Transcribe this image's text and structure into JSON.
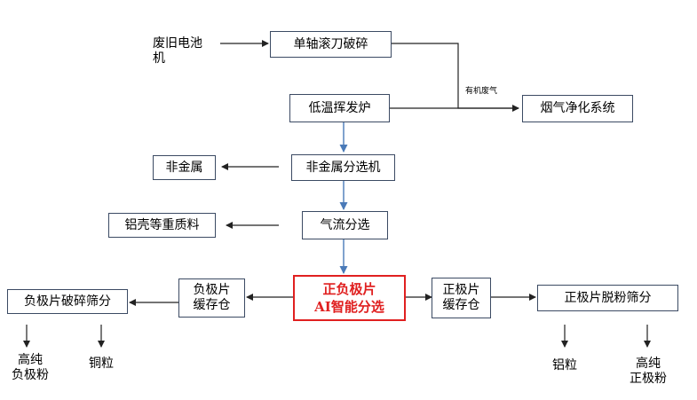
{
  "nodes": {
    "waste_battery": "废旧电池\n机",
    "shredder": "单轴滚刀破碎",
    "furnace": "低温挥发炉",
    "exhaust_purify": "烟气净化系统",
    "exhaust_label": "有机废气",
    "nonmetal": "非金属",
    "nonmetal_sort": "非金属分选机",
    "heavy": "铝壳等重质料",
    "air_sort": "气流分选",
    "ai_sort_line1": "正负极片",
    "ai_sort_line2": "AI智能分选",
    "neg_buffer": "负极片\n缓存仓",
    "neg_screen": "负极片破碎筛分",
    "pos_buffer": "正极片\n缓存仓",
    "pos_screen": "正极片脱粉筛分",
    "neg_powder": "高纯\n负极粉",
    "copper": "铜粒",
    "aluminum": "铝粒",
    "pos_powder": "高纯\n正极粉"
  },
  "colors": {
    "box_border": "#3b4a63",
    "blue_arrow": "#4a7ab8",
    "highlight": "#e02020",
    "line": "#222222"
  }
}
